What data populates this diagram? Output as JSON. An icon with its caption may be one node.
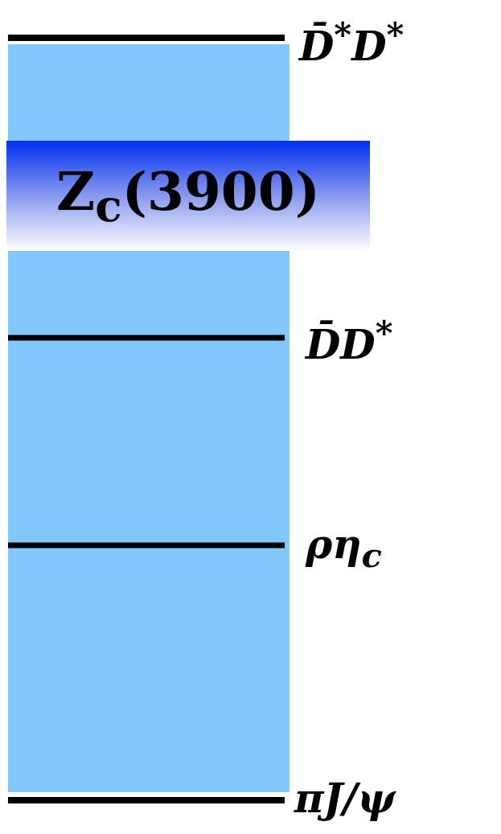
{
  "diagram": {
    "nodes": [
      {
        "text": [
          "Z$_{c}$(3900)"
        ]
      }
    ],
    "labels": [
      "D̄$^{*}$D$^{*}$",
      "D̄D$^{*}$",
      "ρη$_{c}$",
      "πJ/ψ"
    ]
  }
}
